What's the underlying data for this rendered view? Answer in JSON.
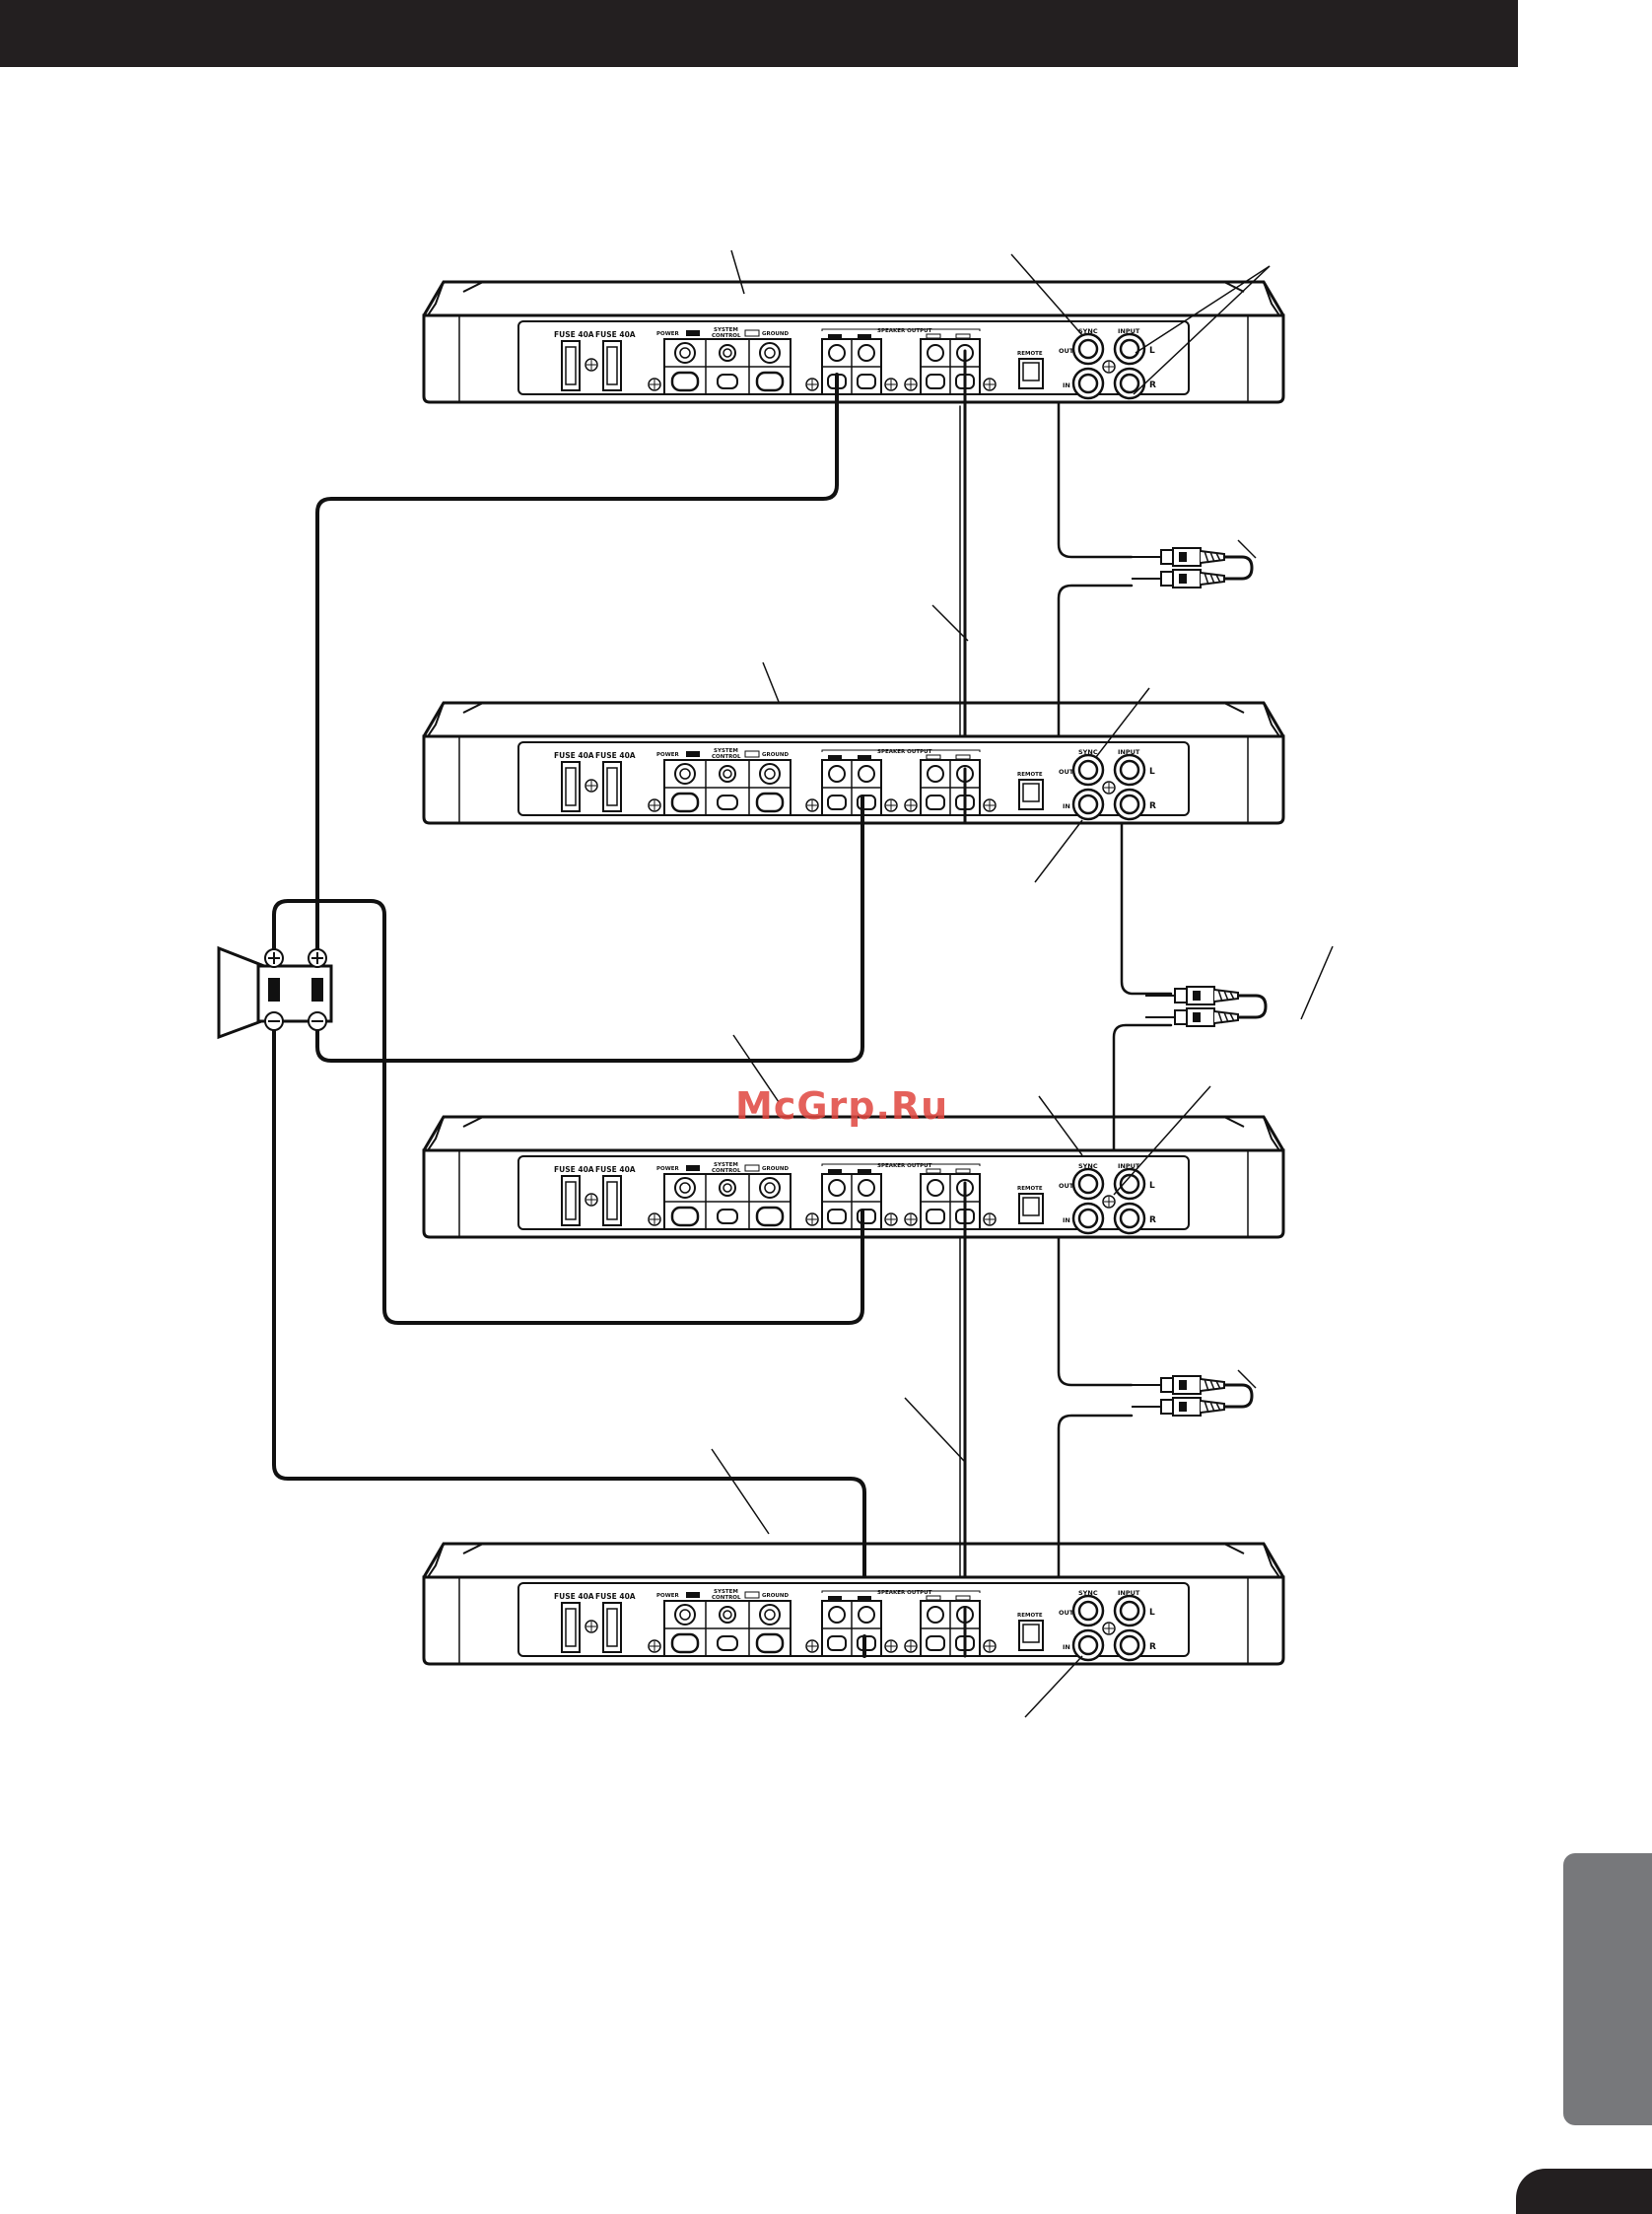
{
  "panel_labels": {
    "fuse_1": "FUSE 40A",
    "fuse_2": "FUSE 40A",
    "power": "POWER",
    "system_control_line1": "SYSTEM",
    "system_control_line2": "CONTROL",
    "ground": "GROUND",
    "speaker_output": "SPEAKER OUTPUT",
    "remote": "REMOTE",
    "sync": "SYNC",
    "input": "INPUT",
    "left": "L",
    "right": "R",
    "sync_out": "OUT",
    "sync_in": "IN"
  },
  "watermark": "McGrp.Ru",
  "colors": {
    "ink": "#111111",
    "header": "#231f20",
    "side_tab": "#77787b",
    "watermark": "#e0463f"
  }
}
